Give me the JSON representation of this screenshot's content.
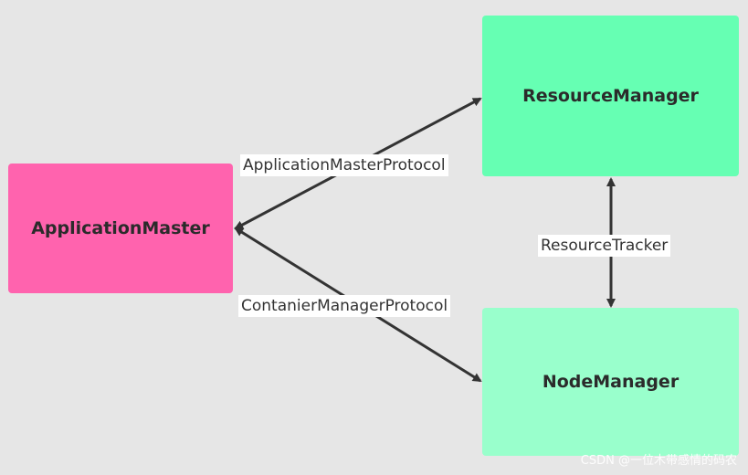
{
  "nodes": {
    "application_master": {
      "label": "ApplicationMaster",
      "color": "#ff63ae"
    },
    "resource_manager": {
      "label": "ResourceManager",
      "color": "#66ffb3"
    },
    "node_manager": {
      "label": "NodeManager",
      "color": "#99ffcc"
    }
  },
  "edges": {
    "application_master_protocol": "ApplicationMasterProtocol",
    "container_manager_protocol": "ContanierManagerProtocol",
    "resource_tracker": "ResourceTracker"
  },
  "watermark": "CSDN @一位木带感情的码农",
  "colors": {
    "background": "#e6e6e6",
    "edge": "#333333"
  }
}
